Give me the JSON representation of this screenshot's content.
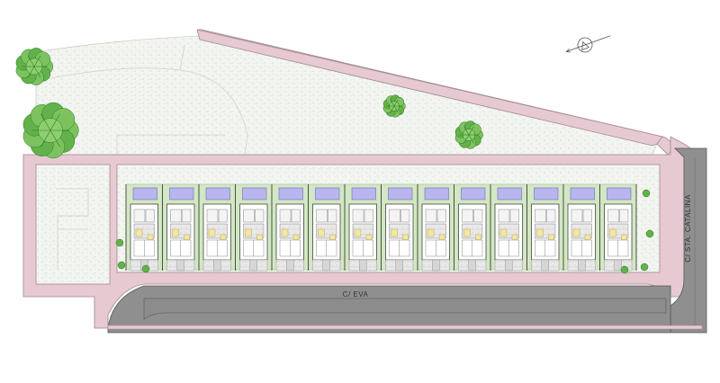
{
  "streets": {
    "main": "C/ EVA",
    "side": "C/ STA. CATALINA"
  },
  "north_symbol": "north-arrow-icon",
  "houses": {
    "count": 14
  },
  "colors": {
    "sidewalk": "#e6c9d1",
    "sidewalk_edge": "#a08890",
    "road": "#8f8f8f",
    "road_edge": "#555555",
    "garden": "#f2f4ef",
    "garden_speckle": "#b9c2b4",
    "pool": "#b9b6ef",
    "lawn": "#d2e7c3",
    "tree": "#62b14a",
    "tree_dark": "#2f7a22"
  }
}
